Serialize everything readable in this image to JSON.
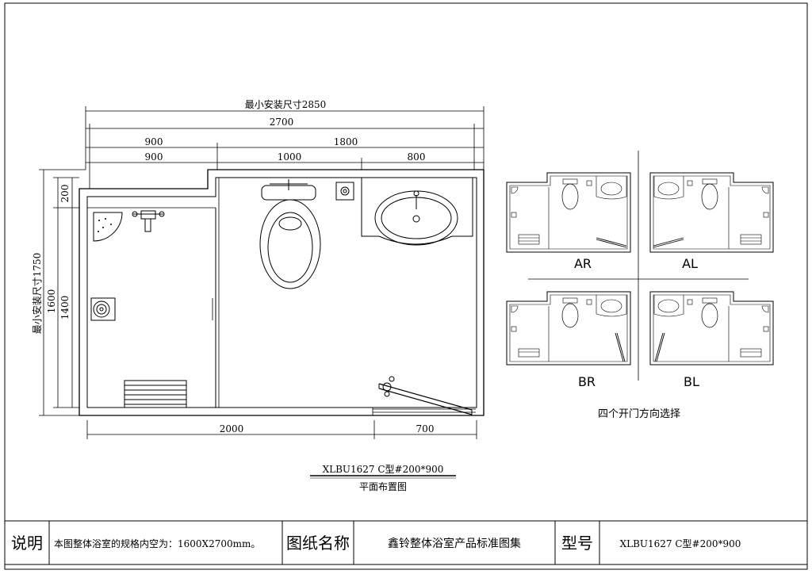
{
  "plan": {
    "dims_top": {
      "min_install": "最小安装尺寸2850",
      "total": "2700",
      "left_900_a": "900",
      "right_1800": "1800",
      "left_900_b": "900",
      "mid_1000": "1000",
      "right_800": "800"
    },
    "dims_left": {
      "min_install": "最小安装尺寸1750",
      "d_200": "200",
      "d_1600": "1600",
      "d_1400": "1400"
    },
    "dims_bottom": {
      "left_2000": "2000",
      "right_700": "700"
    },
    "model_caption": "XLBU1627 C型#200*900",
    "plan_caption": "平面布置图"
  },
  "options": {
    "labels": [
      "AR",
      "AL",
      "BR",
      "BL"
    ],
    "caption": "四个开门方向选择"
  },
  "title_block": {
    "desc_label": "说明",
    "desc_text": "本图整体浴室的规格内空为：1600X2700mm。",
    "drawing_name_label": "图纸名称",
    "drawing_name": "鑫铃整体浴室产品标准图集",
    "model_label": "型号",
    "model": "XLBU1627 C型#200*900"
  }
}
